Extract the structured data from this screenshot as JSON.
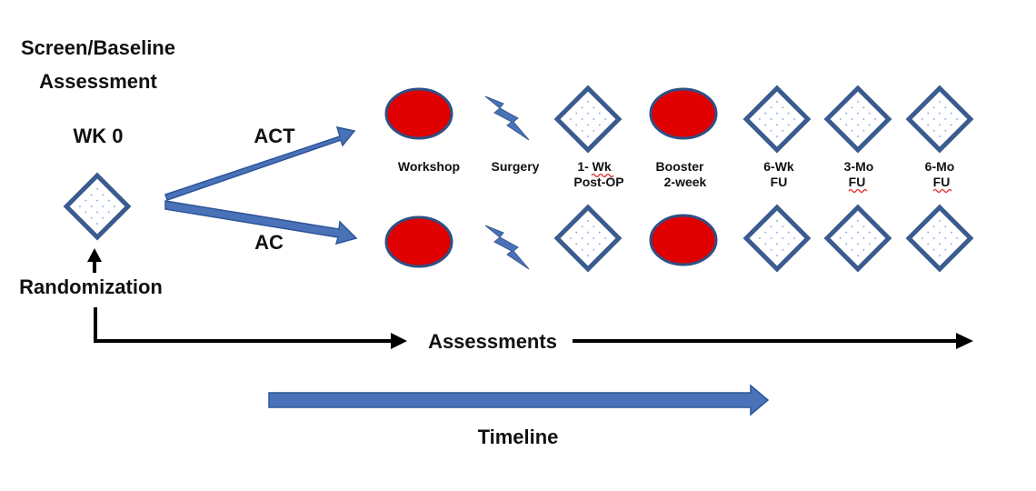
{
  "title_line1": "Screen/Baseline",
  "title_line2": "Assessment",
  "week_label": "WK 0",
  "randomization_label": "Randomization",
  "arm_top_label": "ACT",
  "arm_bottom_label": "AC",
  "assessments_label": "Assessments",
  "timeline_label": "Timeline",
  "timepoints": [
    {
      "line1": "Workshop",
      "line2": ""
    },
    {
      "line1": "Surgery",
      "line2": ""
    },
    {
      "line1": "1- Wk",
      "line2": "Post-OP"
    },
    {
      "line1": "Booster",
      "line2": "2-week"
    },
    {
      "line1": "6-Wk",
      "line2": "FU"
    },
    {
      "line1": "3-Mo",
      "line2": "FU"
    },
    {
      "line1": "6-Mo",
      "line2": "FU"
    }
  ],
  "colors": {
    "diamond_border": "#3a5b8f",
    "diamond_dots": "#7a9cd0",
    "ellipse_fill": "#e00000",
    "ellipse_border": "#2f4f85",
    "arrow_blue": "#4a72b8",
    "arrow_blue_edge": "#2e5597",
    "arrow_black": "#000000",
    "bolt_fill": "#4a72b8"
  },
  "icons": {
    "workshop": "ellipse-icon",
    "surgery": "lightning-bolt-icon",
    "assessment": "dotted-diamond-icon",
    "booster": "ellipse-icon"
  }
}
